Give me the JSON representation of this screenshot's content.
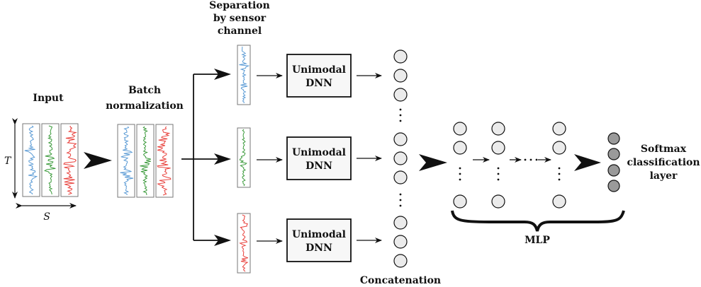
{
  "labels": {
    "input": "Input",
    "batch_norm_line1": "Batch",
    "batch_norm_line2": "normalization",
    "separation_line1": "Separation",
    "separation_line2": "by sensor",
    "separation_line3": "channel",
    "concatenation": "Concatenation",
    "mlp": "MLP",
    "softmax_line1": "Softmax",
    "softmax_line2": "classification",
    "softmax_line3": "layer",
    "axis_t": "T",
    "axis_s": "S"
  },
  "dnn_blocks": [
    {
      "line1": "Unimodal",
      "line2": "DNN"
    },
    {
      "line1": "Unimodal",
      "line2": "DNN"
    },
    {
      "line1": "Unimodal",
      "line2": "DNN"
    }
  ],
  "colors": {
    "channel_blue": "#5b9bd5",
    "channel_green": "#3a9a3a",
    "channel_red": "#e8413c",
    "neuron_fill": "#ebebeb",
    "softmax_fill": "#9a9a9a",
    "box_fill": "#f7f7f7",
    "stroke": "#111111"
  },
  "icons": {
    "big_arrow": "arrowhead-icon",
    "small_arrow": "arrow-right-icon",
    "brace": "curly-brace-icon"
  }
}
